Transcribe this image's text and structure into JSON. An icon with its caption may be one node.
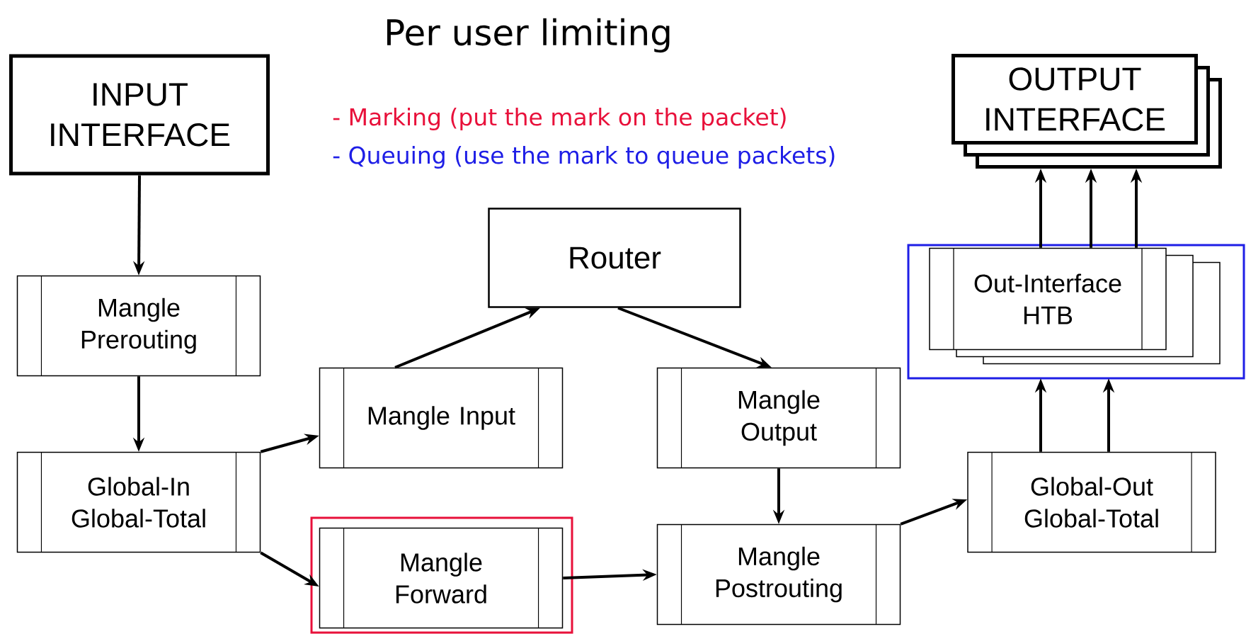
{
  "diagram": {
    "title": "Per user limiting",
    "nodes": [
      {
        "text": [
          "INPUT INTERFACE"
        ]
      },
      {
        "text": [
          "OUTPUT INTERFACE"
        ]
      },
      {
        "text": [
          "Router"
        ]
      },
      {
        "text": [],
        "shape": "box"
      },
      {
        "text": [
          "Out-Interface HTB"
        ],
        "in": 3
      },
      {
        "text": [
          "Mangle Prerouting"
        ]
      },
      {
        "text": [
          "Mangle Input"
        ]
      },
      {
        "text": [
          "Mangle Output"
        ]
      },
      {
        "text": [
          "Global-In Global-Total"
        ]
      },
      {
        "text": [
          "Global-Out Global-Total"
        ]
      },
      {
        "text": [],
        "shape": "box"
      },
      {
        "text": [
          "Mangle Forward"
        ],
        "in": 10
      },
      {
        "text": [
          "Mangle Postrouting"
        ]
      }
    ],
    "edges": [
      {
        "from": 0,
        "to": 5,
        "arrow": "to"
      },
      {
        "from": 5,
        "to": 8,
        "arrow": "to"
      },
      {
        "from": 8,
        "to": 6,
        "arrow": "to"
      },
      {
        "from": 8,
        "to": 11,
        "arrow": "to"
      },
      {
        "from": 6,
        "to": 2,
        "arrow": "to"
      },
      {
        "from": 2,
        "to": 7,
        "arrow": "to"
      },
      {
        "from": 7,
        "to": 12,
        "arrow": "to"
      },
      {
        "from": 11,
        "to": 12,
        "arrow": "to"
      },
      {
        "from": 12,
        "to": 9,
        "arrow": "to"
      },
      {
        "from": 9,
        "to": 4,
        "arrow": "to"
      },
      {
        "from": 9,
        "to": 4,
        "arrow": "to"
      },
      {
        "from": 4,
        "to": 1,
        "arrow": "to"
      },
      {
        "from": 4,
        "to": 1,
        "arrow": "to"
      },
      {
        "from": 4,
        "to": 1,
        "arrow": "to"
      }
    ],
    "labels": [
      "- Marking (put the mark on the packet)",
      "- Queuing (use the mark to queue packets)"
    ]
  }
}
